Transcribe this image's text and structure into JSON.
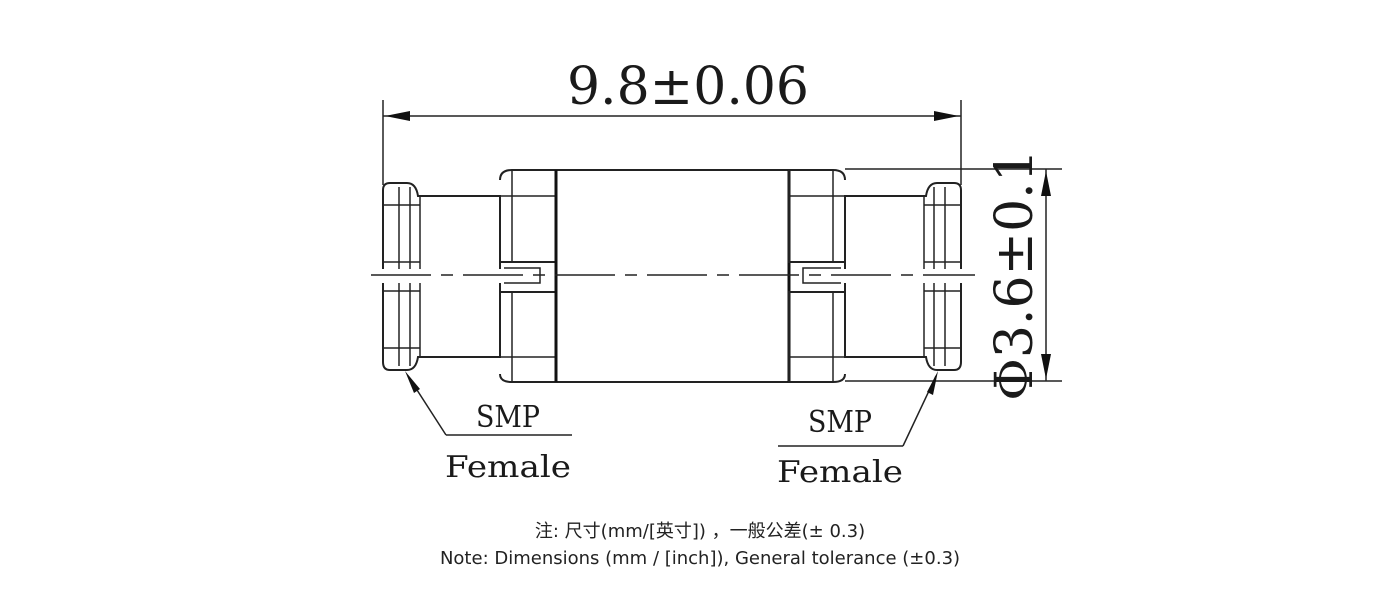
{
  "dimensions": {
    "length": "9.8±0.06",
    "diameter": "Φ3.6±0.1"
  },
  "connectors": {
    "left": {
      "type": "SMP",
      "gender": "Female"
    },
    "right": {
      "type": "SMP",
      "gender": "Female"
    }
  },
  "notes": {
    "chinese": "注: 尺寸(mm/[英寸]) ，一般公差(± 0.3)",
    "english": "Note: Dimensions (mm / [inch]), General tolerance (±0.3)"
  }
}
